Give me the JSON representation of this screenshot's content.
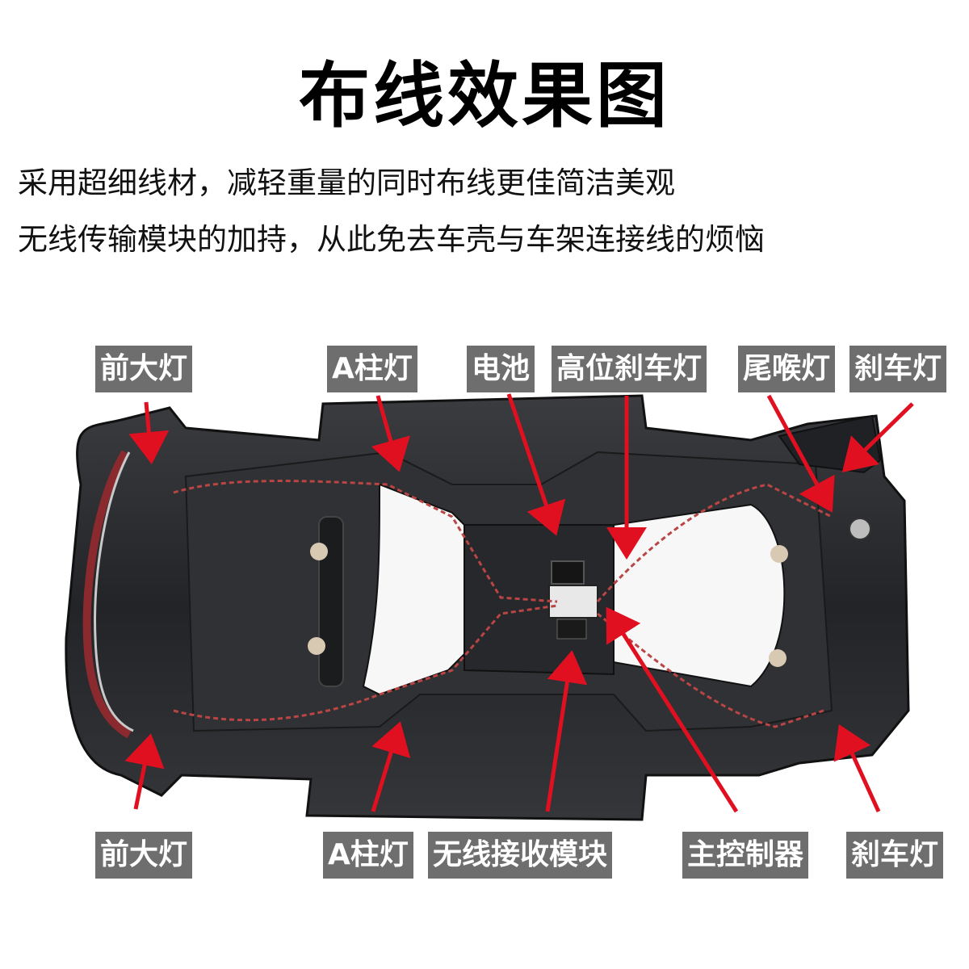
{
  "title": "布线效果图",
  "description": {
    "line1": "采用超细线材，减轻重量的同时布线更佳简洁美观",
    "line2": "无线传输模块的加持，从此免去车壳与车架连接线的烦恼"
  },
  "labels": {
    "top": {
      "front_light": "前大灯",
      "a_pillar_light": "A柱灯",
      "battery": "电池",
      "high_brake_light": "高位刹车灯",
      "tail_throat_light": "尾喉灯",
      "brake_light": "刹车灯"
    },
    "bottom": {
      "front_light": "前大灯",
      "a_pillar_light": "A柱灯",
      "wireless_receiver": "无线接收模块",
      "main_controller": "主控制器",
      "brake_light": "刹车灯"
    }
  },
  "colors": {
    "label_bg": "#6e6e6e",
    "label_text": "#ffffff",
    "arrow": "#e01020",
    "car_body": "#2b2d30"
  }
}
